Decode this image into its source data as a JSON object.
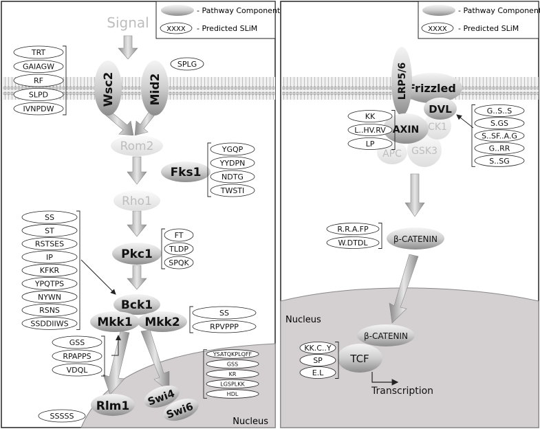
{
  "legend": {
    "component_label": "- Pathway Component",
    "slim_example": "XXXX",
    "slim_label": "- Predicted SLiM"
  },
  "left_panel": {
    "signal": "Signal",
    "nodes": {
      "wsc2": "Wsc2",
      "mid2": "Mid2",
      "rom2": "Rom2",
      "fks1": "Fks1",
      "rho1": "Rho1",
      "pkc1": "Pkc1",
      "bck1": "Bck1",
      "mkk1": "Mkk1",
      "mkk2": "Mkk2",
      "rlm1": "Rlm1",
      "swi4": "Swi4",
      "swi6": "Swi6"
    },
    "nucleus_label": "Nucleus",
    "slims": {
      "wsc2": [
        "TRT",
        "GAIAGW",
        "RF",
        "SLPD",
        "IVNPDW"
      ],
      "mid2": [
        "SPLG"
      ],
      "fks1": [
        "YGQP",
        "YYDPN",
        "NDTG",
        "TWSTI"
      ],
      "pkc1": [
        "FT",
        "TLDP",
        "SPQK"
      ],
      "bck1": [
        "SS",
        "ST",
        "RSTSES",
        "IP",
        "KFKR",
        "YPQTPS",
        "NYWN",
        "RSNS",
        "SSDDIIWS"
      ],
      "mkk2": [
        "SS",
        "RPVPPP"
      ],
      "mkk1": [
        "GSS",
        "RPAPPS",
        "VDQL"
      ],
      "swi": [
        "YSATQKPLQFF",
        "GSS",
        "KR",
        "LGSPLKK",
        "HDL"
      ],
      "rlm1": [
        "SSSSS"
      ]
    }
  },
  "right_panel": {
    "nodes": {
      "lrp": "LRP5/6",
      "frizzled": "Frizzled",
      "dvl": "DVL",
      "axin": "AXIN",
      "ck1": "CK1",
      "apc": "APC",
      "gsk3": "GSK3",
      "catenin_cyto": "β-CATENIN",
      "catenin_nuc": "β-CATENIN",
      "tcf": "TCF"
    },
    "nucleus_label": "Nucleus",
    "transcription_label": "Transcription",
    "slims": {
      "axin": [
        "KK",
        "L..HV.RV",
        "LP"
      ],
      "dvl": [
        "G..S..S",
        "S.GS",
        "S..SF..A.G",
        "G..RR",
        "S..SG"
      ],
      "catenin": [
        "R.R.A.FP",
        "W.DTDL"
      ],
      "tcf": [
        "KK.C..Y",
        "SP",
        "E.L"
      ]
    }
  }
}
